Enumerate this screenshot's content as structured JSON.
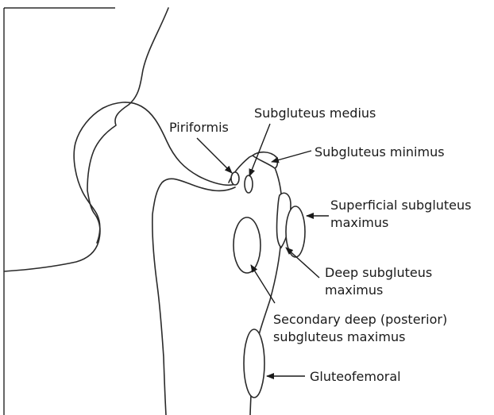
{
  "labels": {
    "piriformis": "Piriformis",
    "subgluteus_medius": "Subgluteus medius",
    "subgluteus_minimus": "Subgluteus minimus",
    "superficial_subgluteus_maximus": [
      "Superficial subgluteus",
      "maximus"
    ],
    "deep_subgluteus_maximus": [
      "Deep subgluteus",
      "maximus"
    ],
    "secondary_deep_subgluteus_maximus": [
      "Secondary deep (posterior)",
      "subgluteus maximus"
    ],
    "gluteofemoral": "Gluteofemoral"
  }
}
